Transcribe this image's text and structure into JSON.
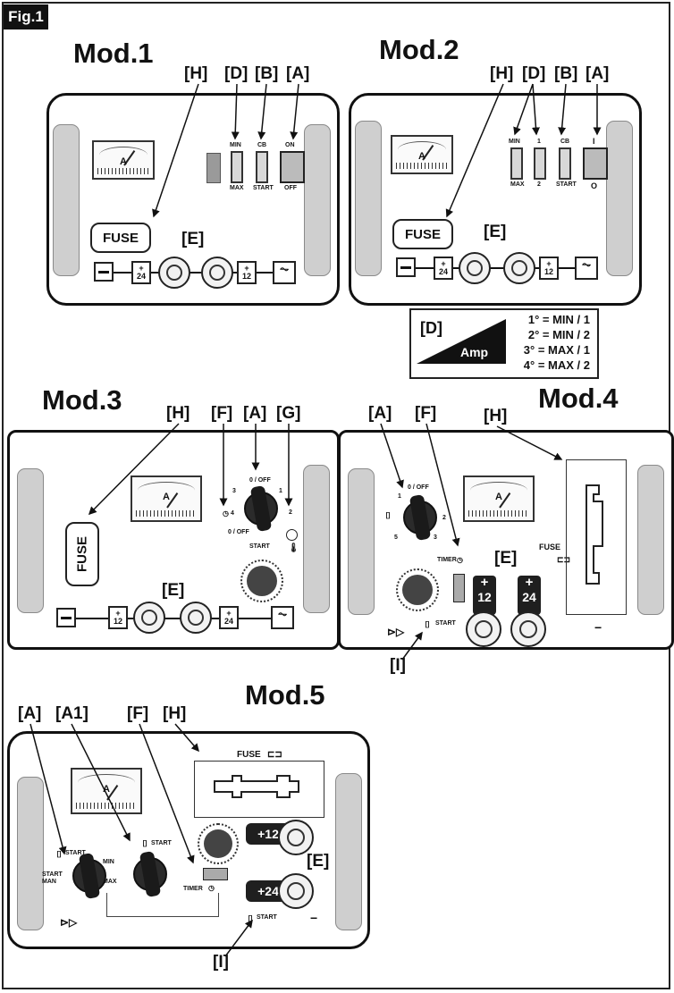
{
  "figure": {
    "tag": "Fig.1"
  },
  "mod1": {
    "title": "Mod.1",
    "callouts": [
      "[H]",
      "[D]",
      "[B]",
      "[A]"
    ],
    "e_label": "[E]",
    "fuse": "FUSE",
    "switch_texts": {
      "d_top": "MIN",
      "d_bot": "MAX",
      "b_top": "CB",
      "b_bot": "START",
      "a_top": "ON",
      "a_bot": "OFF"
    },
    "terminals": {
      "left": "24",
      "right": "12"
    }
  },
  "mod2": {
    "title": "Mod.2",
    "callouts": [
      "[H]",
      "[D]",
      "[B]",
      "[A]"
    ],
    "e_label": "[E]",
    "fuse": "FUSE",
    "switch_texts": {
      "d1_top": "MIN",
      "d1_bot": "MAX",
      "d2_top": "1",
      "d2_bot": "2",
      "b_top": "CB",
      "b_bot": "START",
      "a_top": "I",
      "a_bot": "O"
    },
    "terminals": {
      "left": "24",
      "right": "12"
    }
  },
  "legend": {
    "d_label": "[D]",
    "amp": "Amp",
    "lines": [
      "1° = MIN / 1",
      "2° = MIN / 2",
      "3° = MAX / 1",
      "4° = MAX / 2"
    ]
  },
  "mod3": {
    "title": "Mod.3",
    "callouts": [
      "[H]",
      "[F]",
      "[A]",
      "[G]"
    ],
    "e_label": "[E]",
    "fuse": "FUSE",
    "knob_texts": {
      "top": "0 / OFF",
      "bottom": "0 / OFF",
      "start": "START",
      "n1": "1",
      "n2": "2",
      "n3": "3",
      "n4": "4"
    },
    "terminals": {
      "left": "12",
      "right": "24"
    }
  },
  "mod4": {
    "title": "Mod.4",
    "callouts": [
      "[A]",
      "[F]",
      "[H]"
    ],
    "e_label": "[E]",
    "i_label": "[I]",
    "fuse": "FUSE",
    "texts": {
      "off": "0 / OFF",
      "timer": "TIMER",
      "start": "START",
      "n1": "1",
      "n2": "2",
      "n3": "3",
      "n5": "5"
    },
    "terminals": {
      "left": "12",
      "right": "24"
    }
  },
  "mod5": {
    "title": "Mod.5",
    "callouts": [
      "[A]",
      "[A1]",
      "[F]",
      "[H]"
    ],
    "e_label": "[E]",
    "i_label": "[I]",
    "fuse": "FUSE",
    "texts": {
      "start_man": "START MAN",
      "start": "START",
      "min": "MIN",
      "max": "MAX",
      "timer": "TIMER"
    },
    "terminals": {
      "top": "12",
      "bottom": "24"
    }
  },
  "meter_unit": "A"
}
